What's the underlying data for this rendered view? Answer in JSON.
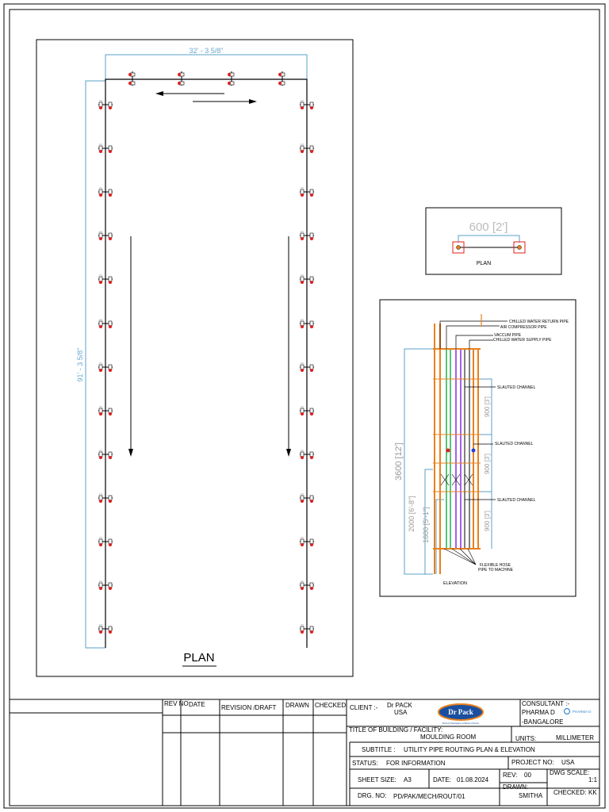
{
  "plan_main": {
    "width_dim": "32' - 3 5/8\"",
    "height_dim": "91' - 3 5/8\"",
    "title": "PLAN"
  },
  "plan_small": {
    "dim": "600 [2']",
    "title": "PLAN"
  },
  "elevation": {
    "pipes": [
      "CHILLED WATER RETURN PIPE",
      "AIR COMPRESSOR PIPE",
      "VACCUM PIPE",
      "CHILLED WATER SUPPLY PIPE"
    ],
    "channels": [
      "SLAUTED CHANNEL",
      "SLAUTED CHANNEL",
      "SLAUTED CHANNEL"
    ],
    "dims": [
      "3600 [12']",
      "2000 [6'-8\"]",
      "1600 [5'-1\"]",
      "900 [3']",
      "900 [3']",
      "900 [3']"
    ],
    "hose_label_1": "FLEXIBLE HOSE",
    "hose_label_2": "PIPE TO MACHINE",
    "title": "ELEVATION",
    "colors": {
      "orange": "#e8801e",
      "green": "#22b14c",
      "purple": "#8a2be2",
      "blue": "#5aa0c8",
      "red": "#e02020"
    }
  },
  "title_block": {
    "rev_header": [
      "REV NO",
      "DATE",
      "REVISION /DRAFT",
      "DRAWN",
      "CHECKED"
    ],
    "client_label": "CLIENT :-",
    "client_name": "Dr PACK",
    "client_country": "USA",
    "logo_text": "Dr Pack",
    "logo_tagline": "Perfect Packaging & Better Partner",
    "consultant_label": "CONSULTANT :-",
    "consultant_name": "PHARMA D",
    "consultant_city": "-BANGALORE",
    "consultant_logo": "PHARMA D",
    "title_label": "TITLE OF BUILDING / FACILITY:",
    "title_value": "MOULDING ROOM",
    "units_label": "UNITS:",
    "units_value": "MILLIMETER",
    "subtitle_label": "SUBTITLE :",
    "subtitle_value": "UTILITY PIPE ROUTING PLAN & ELEVATION",
    "status_label": "STATUS:",
    "status_value": "FOR INFORMATION",
    "project_label": "PROJECT NO:",
    "project_value": "USA",
    "sheet_label": "SHEET SIZE:",
    "sheet_value": "A3",
    "date_label": "DATE:",
    "date_value": "01.08.2024",
    "rev_label": "REV:",
    "rev_value": "00",
    "scale_label": "DWG SCALE:",
    "scale_value": "1:1",
    "drg_label": "DRG. NO:",
    "drg_value": "PD/PAK/MECH/ROUT/01",
    "drawn_label": "DRAWN:",
    "drawn_value": "SMITHA",
    "checked_label": "CHECKED:",
    "checked_value": "KK"
  }
}
